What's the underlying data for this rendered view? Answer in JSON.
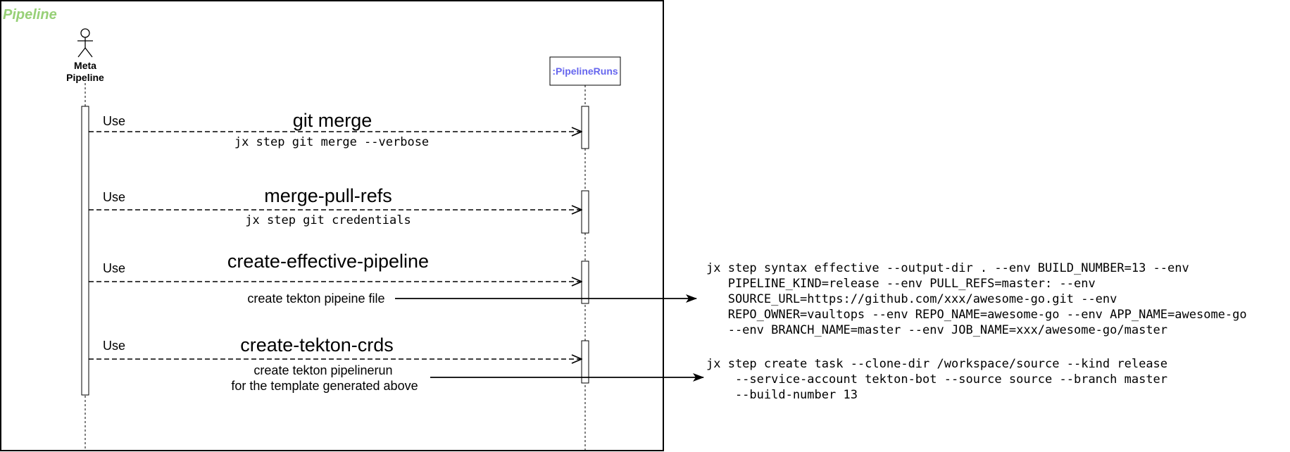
{
  "frame": {
    "title": "Pipeline"
  },
  "actor": {
    "line1": "Meta",
    "line2": "Pipeline"
  },
  "object": {
    "label": ":PipelineRuns"
  },
  "messages": [
    {
      "use": "Use",
      "title": "git merge",
      "command": "jx step git merge --verbose"
    },
    {
      "use": "Use",
      "title": "merge-pull-refs",
      "command": "jx step git credentials"
    },
    {
      "use": "Use",
      "title": "create-effective-pipeline",
      "note": "create tekton pipeine file"
    },
    {
      "use": "Use",
      "title": "create-tekton-crds",
      "note_line1": "create tekton pipelinerun",
      "note_line2": "for the template  generated above"
    }
  ],
  "commands": {
    "effective": [
      "jx step syntax effective --output-dir . --env BUILD_NUMBER=13 --env",
      "   PIPELINE_KIND=release --env PULL_REFS=master: --env",
      "   SOURCE_URL=https://github.com/xxx/awesome-go.git --env",
      "   REPO_OWNER=vaultops --env REPO_NAME=awesome-go --env APP_NAME=awesome-go",
      "   --env BRANCH_NAME=master --env JOB_NAME=xxx/awesome-go/master"
    ],
    "task": [
      "jx step create task --clone-dir /workspace/source --kind release",
      "    --service-account tekton-bot --source source --branch master",
      "    --build-number 13"
    ]
  },
  "colors": {
    "frame_title": "#97d077",
    "object_label": "#6666ee"
  }
}
